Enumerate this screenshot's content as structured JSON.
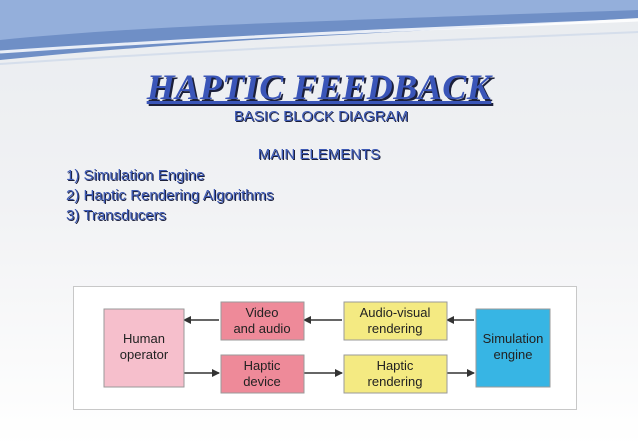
{
  "slide": {
    "title": "HAPTIC FEEDBACK",
    "subtitle": "BASIC BLOCK DIAGRAM",
    "heading": "MAIN ELEMENTS",
    "elements": [
      "1) Simulation Engine",
      "2) Haptic Rendering Algorithms",
      "3) Transducers"
    ]
  },
  "diagram": {
    "colors": {
      "human": "#f6bfcc",
      "middle": "#ee8a99",
      "render": "#f4ea82",
      "engine": "#37b5e4",
      "border": "#9a9a9a",
      "arrow": "#333333"
    },
    "blocks": {
      "human": [
        "Human",
        "operator"
      ],
      "video": [
        "Video",
        "and audio"
      ],
      "haptic_device": [
        "Haptic",
        "device"
      ],
      "av_render": [
        "Audio-visual",
        "rendering"
      ],
      "haptic_render": [
        "Haptic",
        "rendering"
      ],
      "engine": [
        "Simulation",
        "engine"
      ]
    }
  }
}
